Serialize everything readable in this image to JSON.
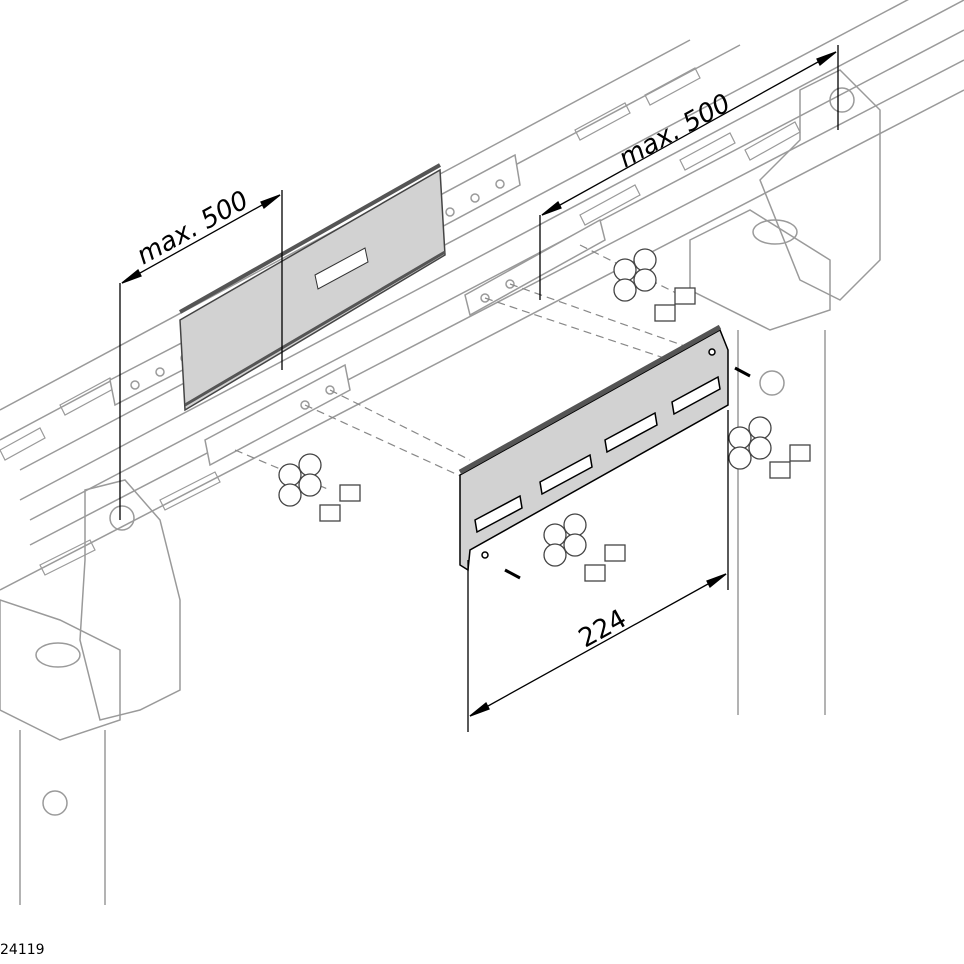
{
  "figure": {
    "dimension_left": "max. 500",
    "dimension_right": "max. 500",
    "dimension_bottom": "224",
    "figure_number": "24119"
  },
  "colors": {
    "line_faded": "#9a9a9a",
    "line_dark": "#000000",
    "highlight_fill": "#d2d2d2"
  }
}
